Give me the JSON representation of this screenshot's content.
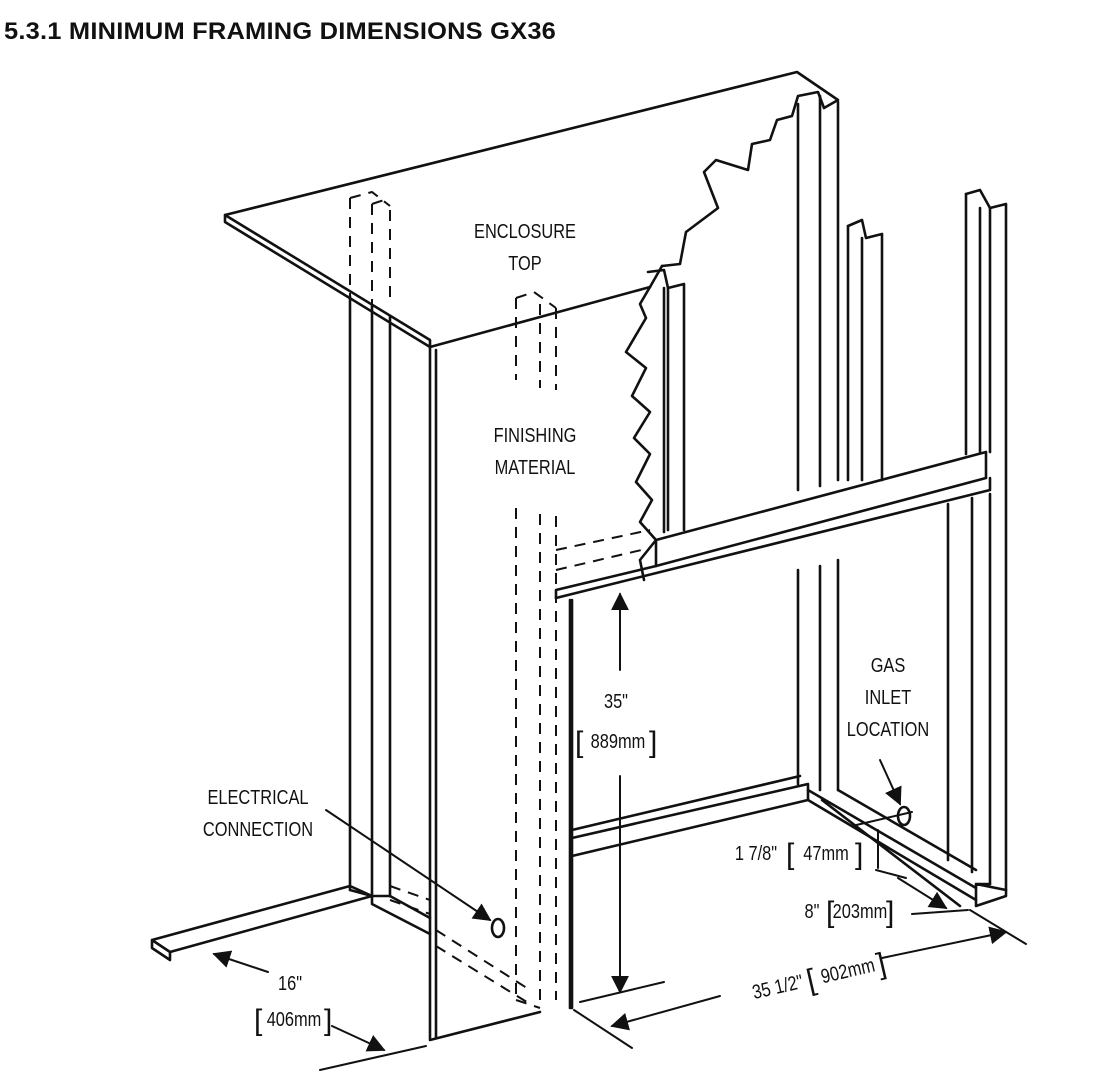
{
  "title": "5.3.1 MINIMUM FRAMING DIMENSIONS GX36",
  "labels": {
    "enclosure_top": [
      "ENCLOSURE",
      "TOP"
    ],
    "finishing_material": [
      "FINISHING",
      "MATERIAL"
    ],
    "gas_inlet": [
      "GAS",
      "INLET",
      "LOCATION"
    ],
    "electrical": [
      "ELECTRICAL",
      "CONNECTION"
    ]
  },
  "dimensions": {
    "height": {
      "imperial": "35\"",
      "metric": "889mm"
    },
    "depth_stud": {
      "imperial": "1 7/8\"",
      "metric": "47mm"
    },
    "gas_offset": {
      "imperial": "8\"",
      "metric": "203mm"
    },
    "width": {
      "imperial": "35 1/2\"",
      "metric": "902mm"
    },
    "side": {
      "imperial": "16\"",
      "metric": "406mm"
    }
  }
}
